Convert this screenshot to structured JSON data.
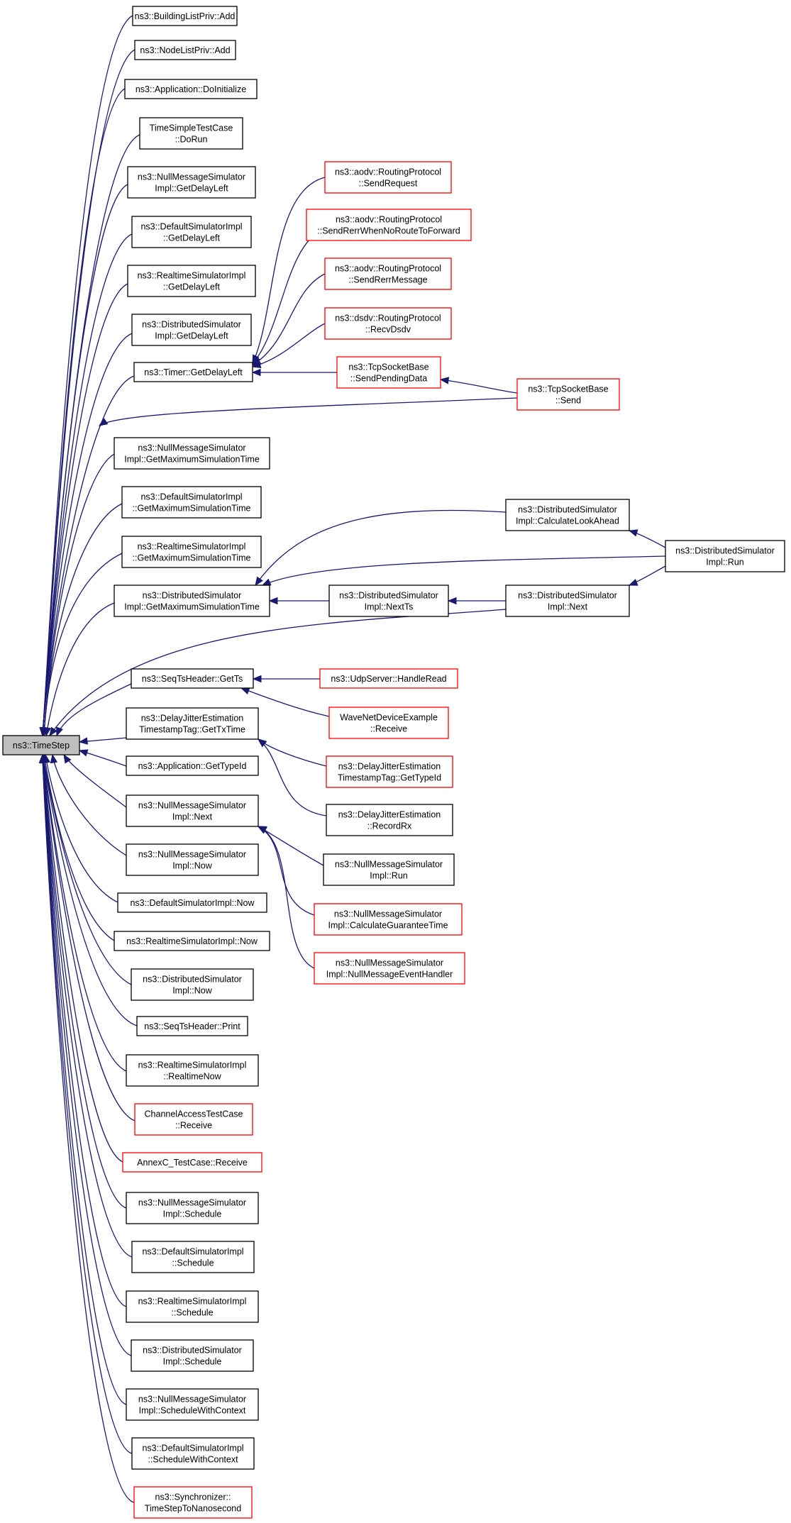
{
  "diagram": {
    "root": "ns3::TimeStep",
    "colors": {
      "edge": "#191970",
      "node_border_documented": "#000000",
      "node_border_undocumented": "#ff0000",
      "root_fill": "#bfbfbf",
      "node_fill": "#ffffff"
    },
    "nodes": [
      {
        "id": "timestep",
        "lines": [
          "ns3::TimeStep"
        ],
        "style": "root"
      },
      {
        "id": "buildinglist_add",
        "lines": [
          "ns3::BuildingListPriv::Add"
        ],
        "style": "black"
      },
      {
        "id": "nodelist_add",
        "lines": [
          "ns3::NodeListPriv::Add"
        ],
        "style": "black"
      },
      {
        "id": "app_doinit",
        "lines": [
          "ns3::Application::DoInitialize"
        ],
        "style": "black"
      },
      {
        "id": "timesimple_dorun",
        "lines": [
          "TimeSimpleTestCase",
          "::DoRun"
        ],
        "style": "black"
      },
      {
        "id": "nullmsg_getdelayleft",
        "lines": [
          "ns3::NullMessageSimulator",
          "Impl::GetDelayLeft"
        ],
        "style": "black"
      },
      {
        "id": "default_getdelayleft",
        "lines": [
          "ns3::DefaultSimulatorImpl",
          "::GetDelayLeft"
        ],
        "style": "black"
      },
      {
        "id": "realtime_getdelayleft",
        "lines": [
          "ns3::RealtimeSimulatorImpl",
          "::GetDelayLeft"
        ],
        "style": "black"
      },
      {
        "id": "distributed_getdelayleft",
        "lines": [
          "ns3::DistributedSimulator",
          "Impl::GetDelayLeft"
        ],
        "style": "black"
      },
      {
        "id": "timer_getdelayleft",
        "lines": [
          "ns3::Timer::GetDelayLeft"
        ],
        "style": "black"
      },
      {
        "id": "aodv_sendrequest",
        "lines": [
          "ns3::aodv::RoutingProtocol",
          "::SendRequest"
        ],
        "style": "red"
      },
      {
        "id": "aodv_sendrerrwhen",
        "lines": [
          "ns3::aodv::RoutingProtocol",
          "::SendRerrWhenNoRouteToForward"
        ],
        "style": "red"
      },
      {
        "id": "aodv_sendrerrmsg",
        "lines": [
          "ns3::aodv::RoutingProtocol",
          "::SendRerrMessage"
        ],
        "style": "red"
      },
      {
        "id": "dsdv_recvdsdv",
        "lines": [
          "ns3::dsdv::RoutingProtocol",
          "::RecvDsdv"
        ],
        "style": "red"
      },
      {
        "id": "tcp_sendpending",
        "lines": [
          "ns3::TcpSocketBase",
          "::SendPendingData"
        ],
        "style": "red"
      },
      {
        "id": "tcp_send",
        "lines": [
          "ns3::TcpSocketBase",
          "::Send"
        ],
        "style": "red"
      },
      {
        "id": "nullmsg_getmaxsim",
        "lines": [
          "ns3::NullMessageSimulator",
          "Impl::GetMaximumSimulationTime"
        ],
        "style": "black"
      },
      {
        "id": "default_getmaxsim",
        "lines": [
          "ns3::DefaultSimulatorImpl",
          "::GetMaximumSimulationTime"
        ],
        "style": "black"
      },
      {
        "id": "realtime_getmaxsim",
        "lines": [
          "ns3::RealtimeSimulatorImpl",
          "::GetMaximumSimulationTime"
        ],
        "style": "black"
      },
      {
        "id": "distributed_getmaxsim",
        "lines": [
          "ns3::DistributedSimulator",
          "Impl::GetMaximumSimulationTime"
        ],
        "style": "black"
      },
      {
        "id": "distributed_calclookahead",
        "lines": [
          "ns3::DistributedSimulator",
          "Impl::CalculateLookAhead"
        ],
        "style": "black"
      },
      {
        "id": "distributed_run",
        "lines": [
          "ns3::DistributedSimulator",
          "Impl::Run"
        ],
        "style": "black"
      },
      {
        "id": "distributed_nextts",
        "lines": [
          "ns3::DistributedSimulator",
          "Impl::NextTs"
        ],
        "style": "black"
      },
      {
        "id": "distributed_next",
        "lines": [
          "ns3::DistributedSimulator",
          "Impl::Next"
        ],
        "style": "black"
      },
      {
        "id": "seqts_getts",
        "lines": [
          "ns3::SeqTsHeader::GetTs"
        ],
        "style": "black"
      },
      {
        "id": "udpserver_handleread",
        "lines": [
          "ns3::UdpServer::HandleRead"
        ],
        "style": "red"
      },
      {
        "id": "wavenet_receive",
        "lines": [
          "WaveNetDeviceExample",
          "::Receive"
        ],
        "style": "red"
      },
      {
        "id": "delayjitter_gettxtime",
        "lines": [
          "ns3::DelayJitterEstimation",
          "TimestampTag::GetTxTime"
        ],
        "style": "black"
      },
      {
        "id": "delayjitter_gettypeid",
        "lines": [
          "ns3::DelayJitterEstimation",
          "TimestampTag::GetTypeId"
        ],
        "style": "red"
      },
      {
        "id": "delayjitter_recordrx",
        "lines": [
          "ns3::DelayJitterEstimation",
          "::RecordRx"
        ],
        "style": "black"
      },
      {
        "id": "app_gettypeid",
        "lines": [
          "ns3::Application::GetTypeId"
        ],
        "style": "black"
      },
      {
        "id": "nullmsg_next",
        "lines": [
          "ns3::NullMessageSimulator",
          "Impl::Next"
        ],
        "style": "black"
      },
      {
        "id": "nullmsg_run",
        "lines": [
          "ns3::NullMessageSimulator",
          "Impl::Run"
        ],
        "style": "black"
      },
      {
        "id": "nullmsg_calcguarantee",
        "lines": [
          "ns3::NullMessageSimulator",
          "Impl::CalculateGuaranteeTime"
        ],
        "style": "red"
      },
      {
        "id": "nullmsg_eventhandler",
        "lines": [
          "ns3::NullMessageSimulator",
          "Impl::NullMessageEventHandler"
        ],
        "style": "red"
      },
      {
        "id": "nullmsg_now",
        "lines": [
          "ns3::NullMessageSimulator",
          "Impl::Now"
        ],
        "style": "black"
      },
      {
        "id": "default_now",
        "lines": [
          "ns3::DefaultSimulatorImpl::Now"
        ],
        "style": "black"
      },
      {
        "id": "realtime_now",
        "lines": [
          "ns3::RealtimeSimulatorImpl::Now"
        ],
        "style": "black"
      },
      {
        "id": "distributed_now",
        "lines": [
          "ns3::DistributedSimulator",
          "Impl::Now"
        ],
        "style": "black"
      },
      {
        "id": "seqts_print",
        "lines": [
          "ns3::SeqTsHeader::Print"
        ],
        "style": "black"
      },
      {
        "id": "realtime_realtimenow",
        "lines": [
          "ns3::RealtimeSimulatorImpl",
          "::RealtimeNow"
        ],
        "style": "black"
      },
      {
        "id": "channelaccess_receive",
        "lines": [
          "ChannelAccessTestCase",
          "::Receive"
        ],
        "style": "red"
      },
      {
        "id": "annexc_receive",
        "lines": [
          "AnnexC_TestCase::Receive"
        ],
        "style": "red"
      },
      {
        "id": "nullmsg_schedule",
        "lines": [
          "ns3::NullMessageSimulator",
          "Impl::Schedule"
        ],
        "style": "black"
      },
      {
        "id": "default_schedule",
        "lines": [
          "ns3::DefaultSimulatorImpl",
          "::Schedule"
        ],
        "style": "black"
      },
      {
        "id": "realtime_schedule",
        "lines": [
          "ns3::RealtimeSimulatorImpl",
          "::Schedule"
        ],
        "style": "black"
      },
      {
        "id": "distributed_schedule",
        "lines": [
          "ns3::DistributedSimulator",
          "Impl::Schedule"
        ],
        "style": "black"
      },
      {
        "id": "nullmsg_schedctx",
        "lines": [
          "ns3::NullMessageSimulator",
          "Impl::ScheduleWithContext"
        ],
        "style": "black"
      },
      {
        "id": "default_schedctx",
        "lines": [
          "ns3::DefaultSimulatorImpl",
          "::ScheduleWithContext"
        ],
        "style": "black"
      },
      {
        "id": "sync_timesteptonano",
        "lines": [
          "ns3::Synchronizer::",
          "TimeStepToNanosecond"
        ],
        "style": "red"
      }
    ],
    "edges": [
      {
        "from": "buildinglist_add",
        "to": "timestep"
      },
      {
        "from": "nodelist_add",
        "to": "timestep"
      },
      {
        "from": "app_doinit",
        "to": "timestep"
      },
      {
        "from": "timesimple_dorun",
        "to": "timestep"
      },
      {
        "from": "nullmsg_getdelayleft",
        "to": "timestep"
      },
      {
        "from": "default_getdelayleft",
        "to": "timestep"
      },
      {
        "from": "realtime_getdelayleft",
        "to": "timestep"
      },
      {
        "from": "distributed_getdelayleft",
        "to": "timestep"
      },
      {
        "from": "timer_getdelayleft",
        "to": "timestep"
      },
      {
        "from": "tcp_send",
        "to": "timestep"
      },
      {
        "from": "nullmsg_getmaxsim",
        "to": "timestep"
      },
      {
        "from": "default_getmaxsim",
        "to": "timestep"
      },
      {
        "from": "realtime_getmaxsim",
        "to": "timestep"
      },
      {
        "from": "distributed_getmaxsim",
        "to": "timestep"
      },
      {
        "from": "distributed_next",
        "to": "timestep"
      },
      {
        "from": "seqts_getts",
        "to": "timestep"
      },
      {
        "from": "delayjitter_gettxtime",
        "to": "timestep"
      },
      {
        "from": "app_gettypeid",
        "to": "timestep"
      },
      {
        "from": "nullmsg_next",
        "to": "timestep"
      },
      {
        "from": "nullmsg_now",
        "to": "timestep"
      },
      {
        "from": "default_now",
        "to": "timestep"
      },
      {
        "from": "realtime_now",
        "to": "timestep"
      },
      {
        "from": "distributed_now",
        "to": "timestep"
      },
      {
        "from": "seqts_print",
        "to": "timestep"
      },
      {
        "from": "realtime_realtimenow",
        "to": "timestep"
      },
      {
        "from": "channelaccess_receive",
        "to": "timestep"
      },
      {
        "from": "annexc_receive",
        "to": "timestep"
      },
      {
        "from": "nullmsg_schedule",
        "to": "timestep"
      },
      {
        "from": "default_schedule",
        "to": "timestep"
      },
      {
        "from": "realtime_schedule",
        "to": "timestep"
      },
      {
        "from": "distributed_schedule",
        "to": "timestep"
      },
      {
        "from": "nullmsg_schedctx",
        "to": "timestep"
      },
      {
        "from": "default_schedctx",
        "to": "timestep"
      },
      {
        "from": "sync_timesteptonano",
        "to": "timestep"
      },
      {
        "from": "aodv_sendrequest",
        "to": "timer_getdelayleft"
      },
      {
        "from": "aodv_sendrerrwhen",
        "to": "timer_getdelayleft"
      },
      {
        "from": "aodv_sendrerrmsg",
        "to": "timer_getdelayleft"
      },
      {
        "from": "dsdv_recvdsdv",
        "to": "timer_getdelayleft"
      },
      {
        "from": "tcp_sendpending",
        "to": "timer_getdelayleft"
      },
      {
        "from": "tcp_send",
        "to": "tcp_sendpending"
      },
      {
        "from": "distributed_calclookahead",
        "to": "distributed_getmaxsim"
      },
      {
        "from": "distributed_run",
        "to": "distributed_getmaxsim"
      },
      {
        "from": "distributed_nextts",
        "to": "distributed_getmaxsim"
      },
      {
        "from": "distributed_run",
        "to": "distributed_calclookahead"
      },
      {
        "from": "distributed_run",
        "to": "distributed_next"
      },
      {
        "from": "distributed_next",
        "to": "distributed_nextts"
      },
      {
        "from": "udpserver_handleread",
        "to": "seqts_getts"
      },
      {
        "from": "wavenet_receive",
        "to": "seqts_getts"
      },
      {
        "from": "delayjitter_gettypeid",
        "to": "delayjitter_gettxtime"
      },
      {
        "from": "delayjitter_recordrx",
        "to": "delayjitter_gettxtime"
      },
      {
        "from": "nullmsg_run",
        "to": "nullmsg_next"
      },
      {
        "from": "nullmsg_calcguarantee",
        "to": "nullmsg_next"
      },
      {
        "from": "nullmsg_eventhandler",
        "to": "nullmsg_next"
      }
    ]
  }
}
